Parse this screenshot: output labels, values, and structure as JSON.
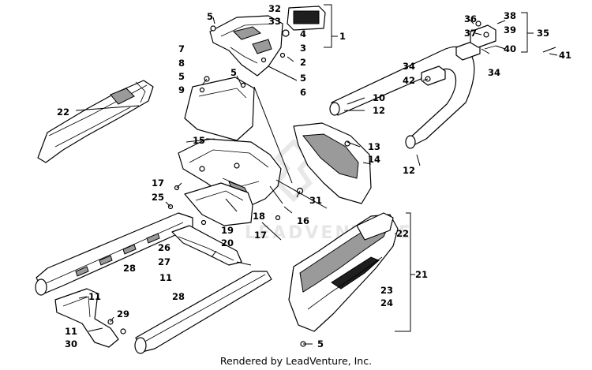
{
  "watermark": "LEADVENTURE",
  "footer": "Rendered by LeadVenture, Inc.",
  "callouts": [
    "1",
    "2",
    "3",
    "4",
    "5",
    "6",
    "7",
    "8",
    "9",
    "10",
    "11",
    "12",
    "13",
    "14",
    "15",
    "16",
    "17",
    "18",
    "19",
    "20",
    "21",
    "22",
    "23",
    "24",
    "25",
    "26",
    "27",
    "28",
    "29",
    "30",
    "31",
    "32",
    "33",
    "34",
    "35",
    "36",
    "37",
    "38",
    "39",
    "40",
    "41",
    "42"
  ]
}
